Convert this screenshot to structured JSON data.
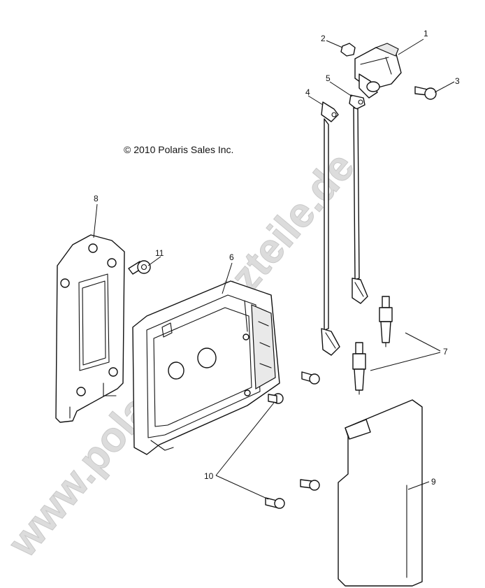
{
  "copyright": "© 2010 Polaris Sales Inc.",
  "watermark": "www.polarisersatzteile.de",
  "callouts": {
    "c1": "1",
    "c2": "2",
    "c3": "3",
    "c4": "4",
    "c5": "5",
    "c6": "6",
    "c7": "7",
    "c8": "8",
    "c9": "9",
    "c10": "10",
    "c11": "11"
  },
  "colors": {
    "line": "#111111",
    "watermark": "#dcdcdc",
    "background": "#ffffff"
  }
}
